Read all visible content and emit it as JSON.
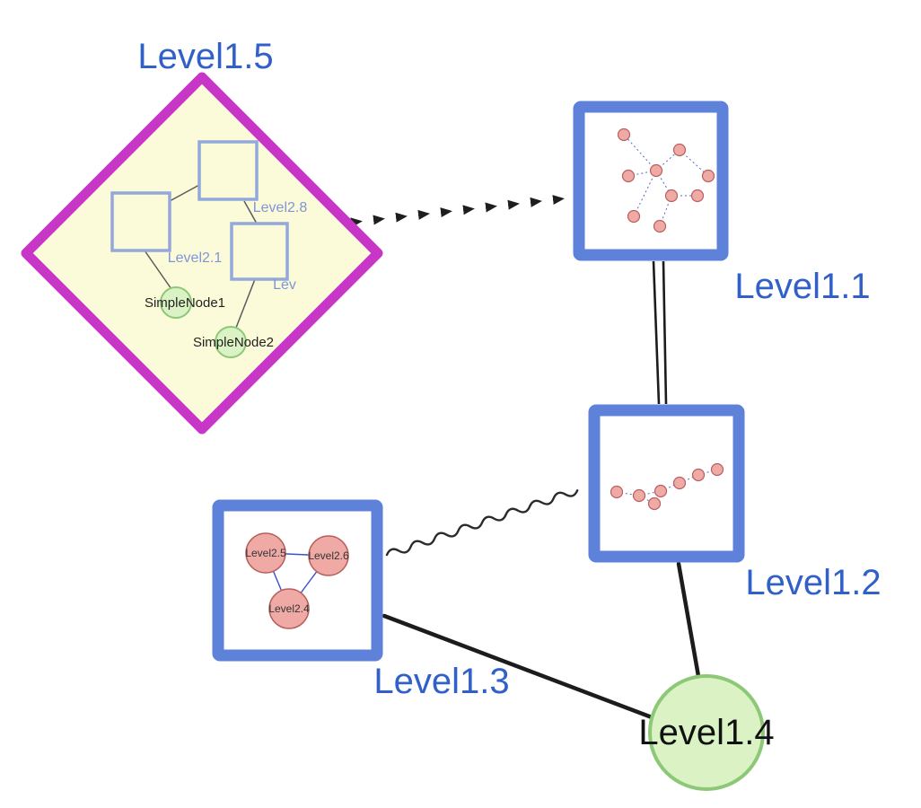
{
  "colors": {
    "label_blue": "#3060c8",
    "inner_label_blue": "#8095d8",
    "diamond_stroke": "#c836c8",
    "diamond_fill": "#fbfbd9",
    "group_border_blue": "#5e81d9",
    "inner_square_border": "#94a8dc",
    "green_node_fill": "#daf2c4",
    "green_node_stroke": "#8cc878",
    "pink_node_fill": "#f0aaa6",
    "pink_node_stroke": "#b95f5c",
    "mini_edge_blue": "#5566cc",
    "edge_dark": "#1c1c1c"
  },
  "nodes": {
    "level15": {
      "label": "Level1.5",
      "shape": "diamond-group"
    },
    "level11": {
      "label": "Level1.1",
      "shape": "square-group"
    },
    "level12": {
      "label": "Level1.2",
      "shape": "square-group"
    },
    "level13": {
      "label": "Level1.3",
      "shape": "square-group"
    },
    "level14": {
      "label": "Level1.4",
      "shape": "circle"
    }
  },
  "level15_children": {
    "square_top": "Level2.8",
    "square_left": "Level2.1",
    "square_right": "Lev",
    "green1": "SimpleNode1",
    "green2": "SimpleNode2"
  },
  "level13_children": {
    "left": "Level2.5",
    "right": "Level2.6",
    "bottom": "Level2.4"
  }
}
